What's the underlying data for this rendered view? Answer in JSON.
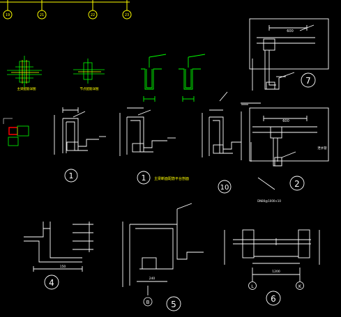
{
  "grid_axes": [
    "19",
    "21",
    "22",
    "23"
  ],
  "detail_numbers": {
    "d1a": "1",
    "d1b": "1",
    "d10": "10",
    "d2": "2",
    "d7": "7",
    "d4": "4",
    "d5": "5",
    "d6": "6"
  },
  "axis_labels": {
    "b": "B",
    "l": "L",
    "k": "K"
  },
  "captions": {
    "cap_green_1": "主梁配筋详图",
    "cap_green_2": "节点配筋详图",
    "cap_d1b": "主梁断面配筋平台剖面",
    "cap_d2": "泄水管",
    "cap_d2_bottom": "DN80@1000×10"
  },
  "dims": {
    "d7_top": "600",
    "d2_top": "600",
    "d6_bottom": "1200",
    "d4_bottom": "150",
    "d5_bottom": "240"
  },
  "colors": {
    "background": "#000000",
    "lines": "#ffffff",
    "green": "#00ff00",
    "yellow": "#ffff00",
    "red": "#ff0000"
  }
}
